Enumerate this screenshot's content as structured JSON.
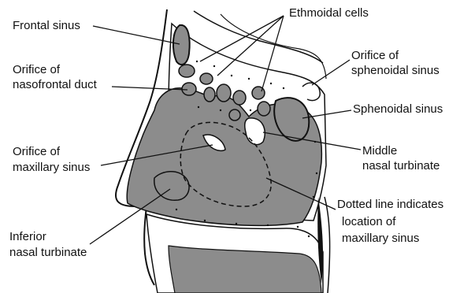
{
  "labels": {
    "frontal_sinus": "Frontal sinus",
    "ethmoidal_cells": "Ethmoidal cells",
    "orifice_nasofrontal_line1": "Orifice of",
    "orifice_nasofrontal_line2": "nasofrontal duct",
    "orifice_sphenoidal_line1": "Orifice of",
    "orifice_sphenoidal_line2": "sphenoidal sinus",
    "sphenoidal_sinus": "Sphenoidal sinus",
    "orifice_maxillary_line1": "Orifice of",
    "orifice_maxillary_line2": "maxillary sinus",
    "middle_turbinate_line1": "Middle",
    "middle_turbinate_line2": "nasal turbinate",
    "dotted_line_line1": "Dotted line indicates",
    "dotted_line_line2": "location of",
    "dotted_line_line3": "maxillary sinus",
    "inferior_turbinate_line1": "Inferior",
    "inferior_turbinate_line2": "nasal turbinate"
  },
  "colors": {
    "cavity_gray": "#8c8c8c",
    "ink": "#111111",
    "bone_white": "#ffffff"
  }
}
